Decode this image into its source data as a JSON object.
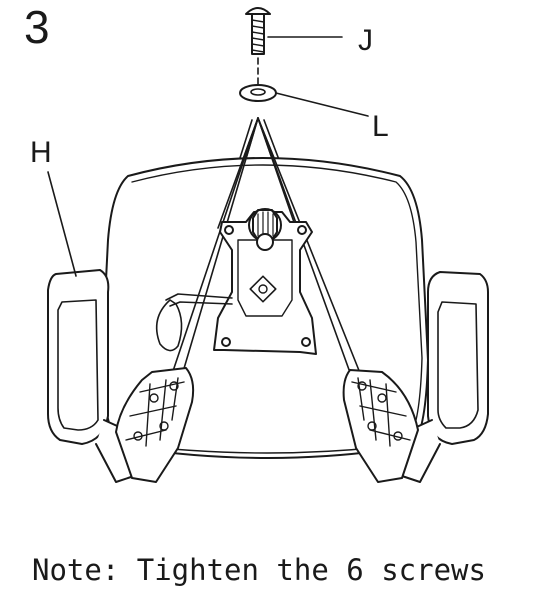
{
  "step_number": "3",
  "parts": {
    "screw": "J",
    "washer": "L",
    "armrest": "H"
  },
  "note": "Note: Tighten the 6 screws"
}
